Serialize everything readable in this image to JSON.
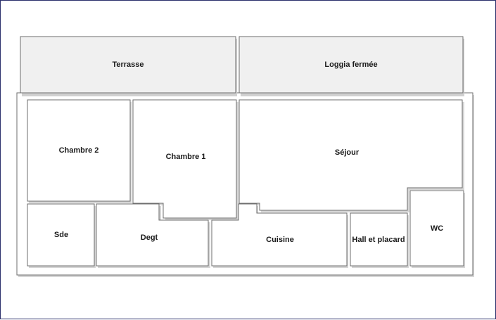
{
  "floor_plan": {
    "colors": {
      "outline": "#6e6e6e",
      "outdoor_fill": "#f0f0f0",
      "room_fill": "#ffffff",
      "frame_border": "#2a2f6b"
    },
    "rooms": {
      "terrasse": "Terrasse",
      "loggia": "Loggia fermée",
      "chambre2": "Chambre 2",
      "chambre1": "Chambre 1",
      "sejour": "Séjour",
      "sde": "Sde",
      "degt": "Degt",
      "cuisine": "Cuisine",
      "hall": "Hall et placard",
      "wc": "WC"
    }
  }
}
